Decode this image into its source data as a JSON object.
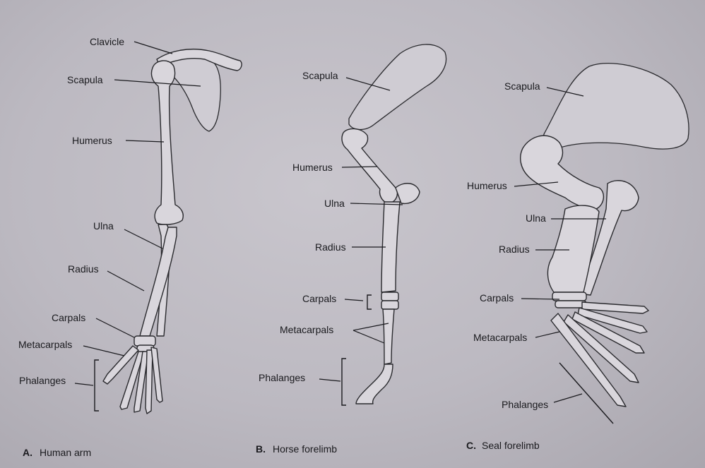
{
  "human": {
    "clavicle": "Clavicle",
    "scapula": "Scapula",
    "humerus": "Humerus",
    "ulna": "Ulna",
    "radius": "Radius",
    "carpals": "Carpals",
    "metacarpals": "Metacarpals",
    "phalanges": "Phalanges",
    "caption_letter": "A.",
    "caption_text": "Human arm"
  },
  "horse": {
    "scapula": "Scapula",
    "humerus": "Humerus",
    "ulna": "Ulna",
    "radius": "Radius",
    "carpals": "Carpals",
    "metacarpals": "Metacarpals",
    "phalanges": "Phalanges",
    "caption_letter": "B.",
    "caption_text": "Horse forelimb"
  },
  "seal": {
    "scapula": "Scapula",
    "humerus": "Humerus",
    "ulna": "Ulna",
    "radius": "Radius",
    "carpals": "Carpals",
    "metacarpals": "Metacarpals",
    "phalanges": "Phalanges",
    "caption_letter": "C.",
    "caption_text": "Seal forelimb"
  }
}
